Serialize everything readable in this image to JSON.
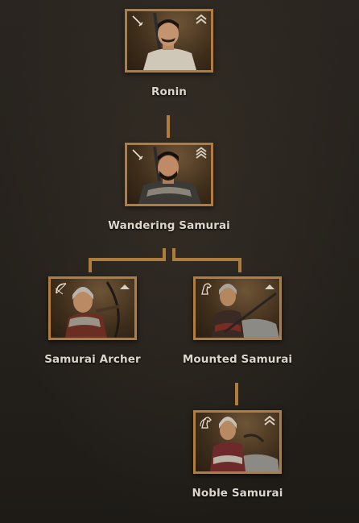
{
  "troop_tree": {
    "nodes": [
      {
        "id": "ronin",
        "label": "Ronin",
        "class_icon": "sword-icon",
        "tier_icon": "double-chevron-up-icon",
        "portrait": "ronin-portrait"
      },
      {
        "id": "wandering-samurai",
        "label": "Wandering Samurai",
        "class_icon": "sword-icon",
        "tier_icon": "triple-chevron-up-icon",
        "portrait": "wandering-samurai-portrait"
      },
      {
        "id": "samurai-archer",
        "label": "Samurai Archer",
        "class_icon": "bow-icon",
        "tier_icon": "chevron-up-icon",
        "portrait": "samurai-archer-portrait"
      },
      {
        "id": "mounted-samurai",
        "label": "Mounted Samurai",
        "class_icon": "horse-icon",
        "tier_icon": "chevron-up-icon",
        "portrait": "mounted-samurai-portrait"
      },
      {
        "id": "noble-samurai",
        "label": "Noble Samurai",
        "class_icon": "horse-archer-icon",
        "tier_icon": "double-chevron-up-icon",
        "portrait": "noble-samurai-portrait"
      }
    ]
  },
  "colors": {
    "frame": "#b07d3e",
    "connector": "#b07c3c",
    "label": "#ddd6cb",
    "background": "#25211c"
  }
}
